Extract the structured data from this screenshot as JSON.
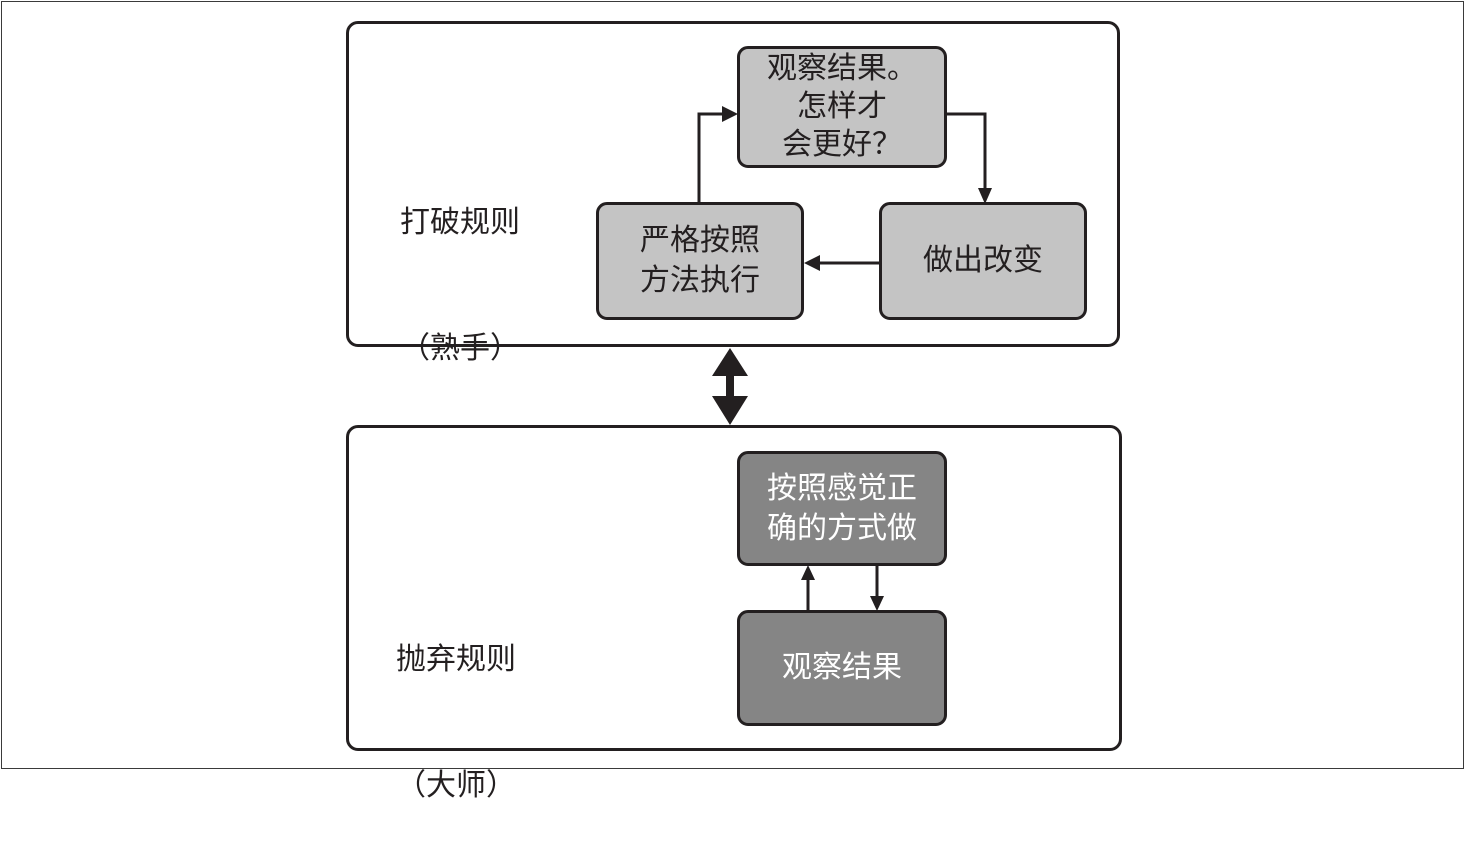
{
  "diagram": {
    "colors": {
      "stroke": "#231f20",
      "box_light": "#c4c4c4",
      "box_dark": "#858585",
      "text_on_dark": "#ffffff"
    },
    "top_panel": {
      "label_line1": "打破规则",
      "label_line2": "（熟手）",
      "nodes": {
        "observe": "观察结果。\n怎样才\n会更好？",
        "change": "做出改变",
        "follow": "严格按照\n方法执行"
      },
      "edges": [
        {
          "from": "observe",
          "to": "change"
        },
        {
          "from": "change",
          "to": "follow"
        },
        {
          "from": "follow",
          "to": "observe"
        }
      ]
    },
    "bottom_panel": {
      "label_line1": "抛弃规则",
      "label_line2": "（大师）",
      "nodes": {
        "do_by_feel": "按照感觉正\n确的方式做",
        "observe": "观察结果"
      },
      "edges": [
        {
          "from": "do_by_feel",
          "to": "observe"
        },
        {
          "from": "observe",
          "to": "do_by_feel"
        }
      ]
    },
    "between_panels": {
      "connector": "bidirectional-arrow"
    }
  }
}
